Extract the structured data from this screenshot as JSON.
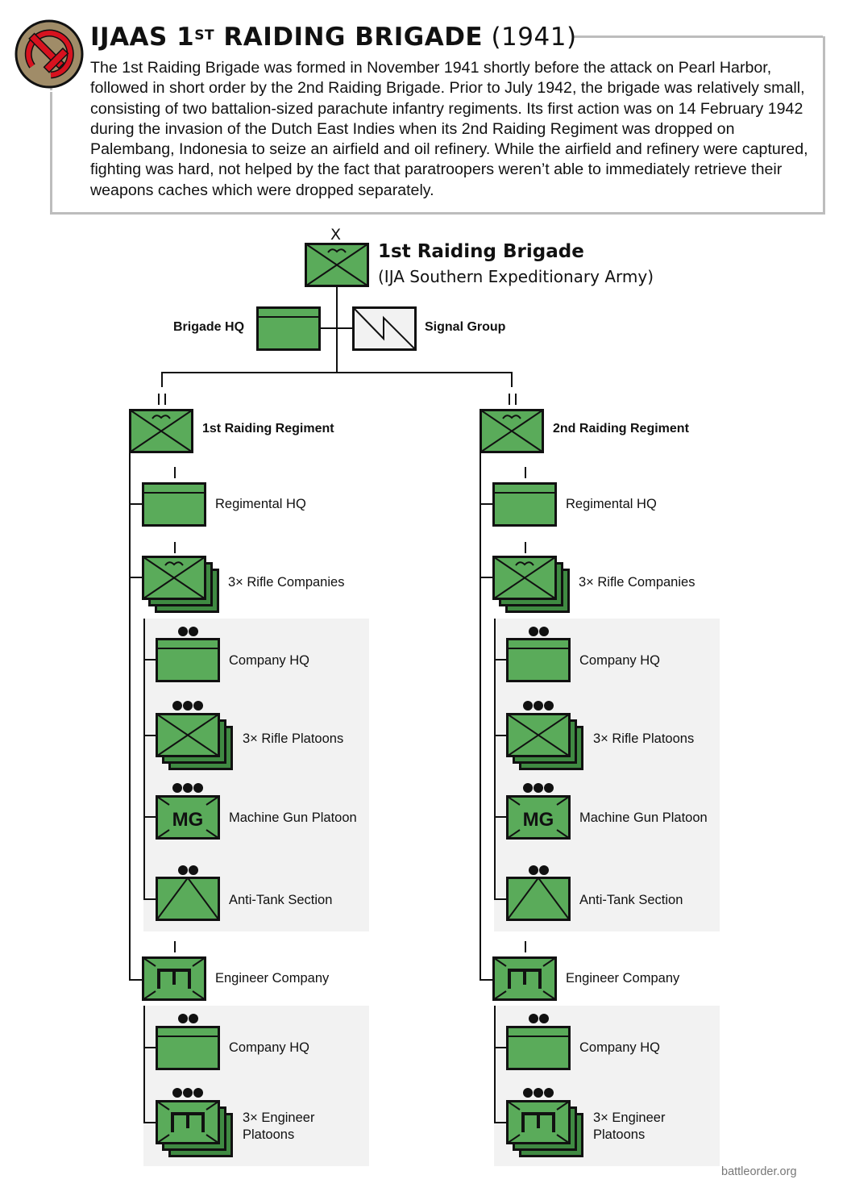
{
  "header": {
    "title_main": "IJAAS 1",
    "title_sup": "ST",
    "title_rest": " RAIDING BRIGADE",
    "title_year": " (1941)",
    "description": "The 1st Raiding Brigade was formed in November 1941 shortly before the attack on Pearl Harbor, followed in short order by the 2nd Raiding Brigade. Prior to July 1942, the brigade was relatively small, consisting of two battalion-sized parachute infantry regiments. Its first action was on 14 February 1942 during the invasion of the Dutch East Indies when its 2nd Raiding Regiment was dropped on Palembang, Indonesia to seize an airfield and oil refinery. While the airfield and refinery were captured, fighting was hard, not helped by the fact that paratroopers weren’t able to immediately retrieve their weapons caches which were dropped separately.",
    "logo_icon": "ijaas-insignia-icon"
  },
  "colors": {
    "unit_fill": "#5aab5a",
    "stack_fill": "#3f8a42",
    "signal_fill": "#f2f2f2",
    "panel_bg": "#f2f2f2",
    "rule": "#bdbdbd",
    "insignia_bg": "#a08c68",
    "insignia_red": "#d7121f"
  },
  "brigade": {
    "size_marker": "X",
    "name": "1st Raiding Brigade",
    "parent": "(IJA Southern Expeditionary Army)",
    "hq_label": "Brigade HQ",
    "signal_label": "Signal Group"
  },
  "regiments": [
    {
      "size_marker": "II",
      "name": "1st Raiding Regiment",
      "hq": "Regimental HQ",
      "rifle_companies": "3× Rifle Companies",
      "company_units": [
        "Company HQ",
        "3× Rifle Platoons",
        "Machine Gun Platoon",
        "Anti-Tank Section"
      ],
      "mg_text": "MG",
      "engineer_company": "Engineer Company",
      "engineer_units": [
        "Company HQ",
        "3× Engineer",
        "Platoons"
      ]
    },
    {
      "size_marker": "II",
      "name": "2nd Raiding Regiment",
      "hq": "Regimental HQ",
      "rifle_companies": "3× Rifle Companies",
      "company_units": [
        "Company HQ",
        "3× Rifle Platoons",
        "Machine Gun Platoon",
        "Anti-Tank Section"
      ],
      "mg_text": "MG",
      "engineer_company": "Engineer Company",
      "engineer_units": [
        "Company HQ",
        "3× Engineer",
        "Platoons"
      ]
    }
  ],
  "footer": {
    "source": "battleorder.org"
  }
}
